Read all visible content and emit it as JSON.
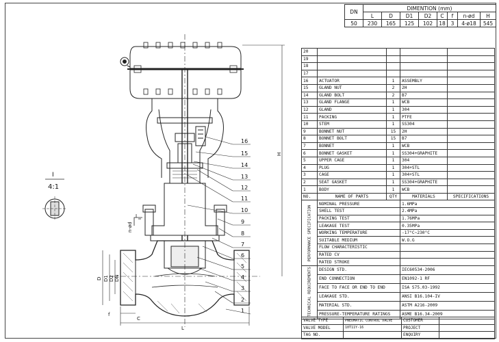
{
  "dim_table": {
    "title": "DIMENTION (mm)",
    "headers": [
      "DN",
      "L",
      "D",
      "D1",
      "D2",
      "C",
      "f",
      "n-ød",
      "H"
    ],
    "values": [
      "50",
      "230",
      "165",
      "125",
      "102",
      "18",
      "3",
      "4-ø18",
      "545"
    ]
  },
  "parts": [
    {
      "no": "20",
      "name": "",
      "qty": "",
      "mat": ""
    },
    {
      "no": "19",
      "name": "",
      "qty": "",
      "mat": ""
    },
    {
      "no": "18",
      "name": "",
      "qty": "",
      "mat": ""
    },
    {
      "no": "17",
      "name": "",
      "qty": "",
      "mat": ""
    },
    {
      "no": "16",
      "name": "ACTUATOR",
      "qty": "1",
      "mat": "ASSEMBLY"
    },
    {
      "no": "15",
      "name": "GLAND NUT",
      "qty": "2",
      "mat": "2H"
    },
    {
      "no": "14",
      "name": "GLAND BOLT",
      "qty": "2",
      "mat": "B7"
    },
    {
      "no": "13",
      "name": "GLAND FLANGE",
      "qty": "1",
      "mat": "WCB"
    },
    {
      "no": "12",
      "name": "GLAND",
      "qty": "1",
      "mat": "304"
    },
    {
      "no": "11",
      "name": "PACKING",
      "qty": "1",
      "mat": "PTFE"
    },
    {
      "no": "10",
      "name": "STEM",
      "qty": "1",
      "mat": "SS304"
    },
    {
      "no": "9",
      "name": "BONNET NUT",
      "qty": "15",
      "mat": "2H"
    },
    {
      "no": "8",
      "name": "BONNET BOLT",
      "qty": "15",
      "mat": "B7"
    },
    {
      "no": "7",
      "name": "BONNET",
      "qty": "1",
      "mat": "WCB"
    },
    {
      "no": "6",
      "name": "BONNET GASKET",
      "qty": "1",
      "mat": "SS304+GRAPHITE"
    },
    {
      "no": "5",
      "name": "UPPER CAGE",
      "qty": "1",
      "mat": "304"
    },
    {
      "no": "4",
      "name": "PLUG",
      "qty": "1",
      "mat": "304+STL"
    },
    {
      "no": "3",
      "name": "CAGE",
      "qty": "1",
      "mat": "304+STL"
    },
    {
      "no": "2",
      "name": "SEAT GASKET",
      "qty": "1",
      "mat": "SS304+GRAPHITE"
    },
    {
      "no": "1",
      "name": "BODY",
      "qty": "1",
      "mat": "WCB"
    }
  ],
  "parts_header": {
    "no": "NO.",
    "name": "NAME OF PARTS",
    "qty": "QTY",
    "mat": "MATERIALS",
    "spec": "SPECIFICATIONS"
  },
  "performance_label": "PERFORMANCE SPECIFICATION",
  "performance": [
    {
      "name": "NOMINAL PRESSURE",
      "value": "1.6MPa"
    },
    {
      "name": "SHELL TEST",
      "value": "2.4MPa"
    },
    {
      "name": "PACKING TEST",
      "value": "1.76MPa"
    },
    {
      "name": "LEAKAGE TEST",
      "value": "0.35MPa"
    },
    {
      "name": "WORKING TEMPERATURE",
      "value": "-17°C~230°C"
    },
    {
      "name": "SUITABLE MEDIUM",
      "value": "W.O.G"
    },
    {
      "name": "FLOW CHARACTERISTIC",
      "value": ""
    },
    {
      "name": "RATED CV",
      "value": ""
    },
    {
      "name": "RATED STROKE",
      "value": ""
    }
  ],
  "technical_label": "TECHNICAL REQUIREMENTS",
  "technical": [
    {
      "name": "DESIGN STD.",
      "value": "IEC60534-2006"
    },
    {
      "name": "END CONNECTION",
      "value": "EN1092-1 RF"
    },
    {
      "name": "FACE TO FACE OR END TO END",
      "value": "ISA S75.03-1992"
    },
    {
      "name": "LEAKAGE STD.",
      "value": "ANSI B16.104-IV"
    },
    {
      "name": "MATERIAL STD.",
      "value": "ASTM A216-2009"
    },
    {
      "name": "PRESSURE-TEMPERATURE RATINGS",
      "value": "ASME B16.34-2009"
    }
  ],
  "footer": [
    {
      "label": "VALVE TYPE",
      "value": "PNEUMATIC CONTROL VALVE",
      "label2": "CUSTOMER",
      "value2": ""
    },
    {
      "label": "VALVE MODEL",
      "value": "10T11Y-16",
      "label2": "PROJECT",
      "value2": ""
    },
    {
      "label": "TAG NO.",
      "value": "",
      "label2": "ENQUIRY",
      "value2": ""
    }
  ],
  "detail": {
    "mark": "I",
    "scale": "4:1"
  },
  "callouts": [
    "16",
    "15",
    "14",
    "13",
    "12",
    "11",
    "10",
    "9",
    "8",
    "7",
    "6",
    "5",
    "4",
    "3",
    "2",
    "1"
  ],
  "dim_labels": {
    "D": "D",
    "D1": "D1",
    "D2": "D2",
    "DN": "DN",
    "L": "L",
    "H": "H",
    "C": "C",
    "f": "f",
    "nd": "n-ød",
    "I": "I"
  }
}
